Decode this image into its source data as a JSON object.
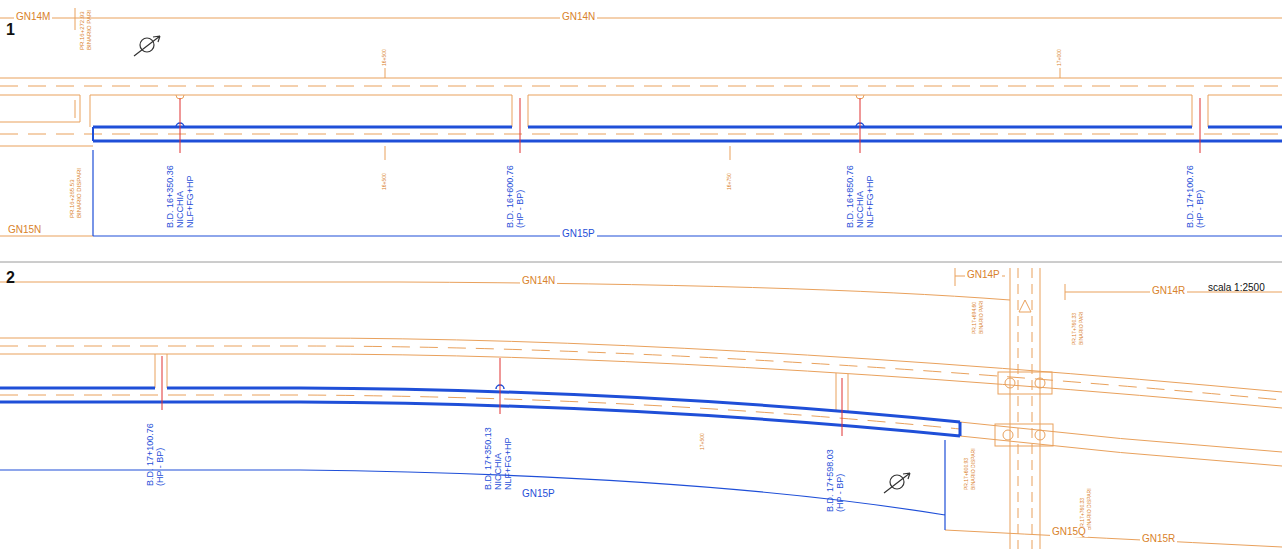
{
  "diagram": {
    "labels": [
      "1",
      "GN14M",
      "PR.16+272.93",
      "BINARIO PARI",
      "GN14N",
      "16+500",
      "17+000",
      "16+500",
      "16+750",
      "PR.16+265.53",
      "BINARIO DISPARI",
      "B.D. 16+350.36",
      "NICCHIA",
      "NLF+FG+HP",
      "B.D. 16+600.76",
      "(HP - BP)",
      "B.D. 16+850.76",
      "NICCHIA",
      "NLF+FG+HP",
      "B.D. 17+100.76",
      "(HP - BP)",
      "GN15N",
      "GN15P",
      "2",
      "GN14N",
      "GN14P",
      "PR.17+694.60",
      "BINARIO PARI",
      "GN14R",
      "PR.17+760.33",
      "BINARIO PARI",
      "scala 1:2500",
      "B.D. 17+100.76",
      "(HP - BP)",
      "B.D. 17+350.13",
      "NICCHIA",
      "NLF+FG+HP",
      "17+500",
      "B.D. 17+598.03",
      "(HP - BP)",
      "PR.17+600.93",
      "BINARIO DISPARI",
      "PR.17+760.33",
      "BINARIO DISPARI",
      "GN15P",
      "GN15Q",
      "GN15R"
    ]
  }
}
